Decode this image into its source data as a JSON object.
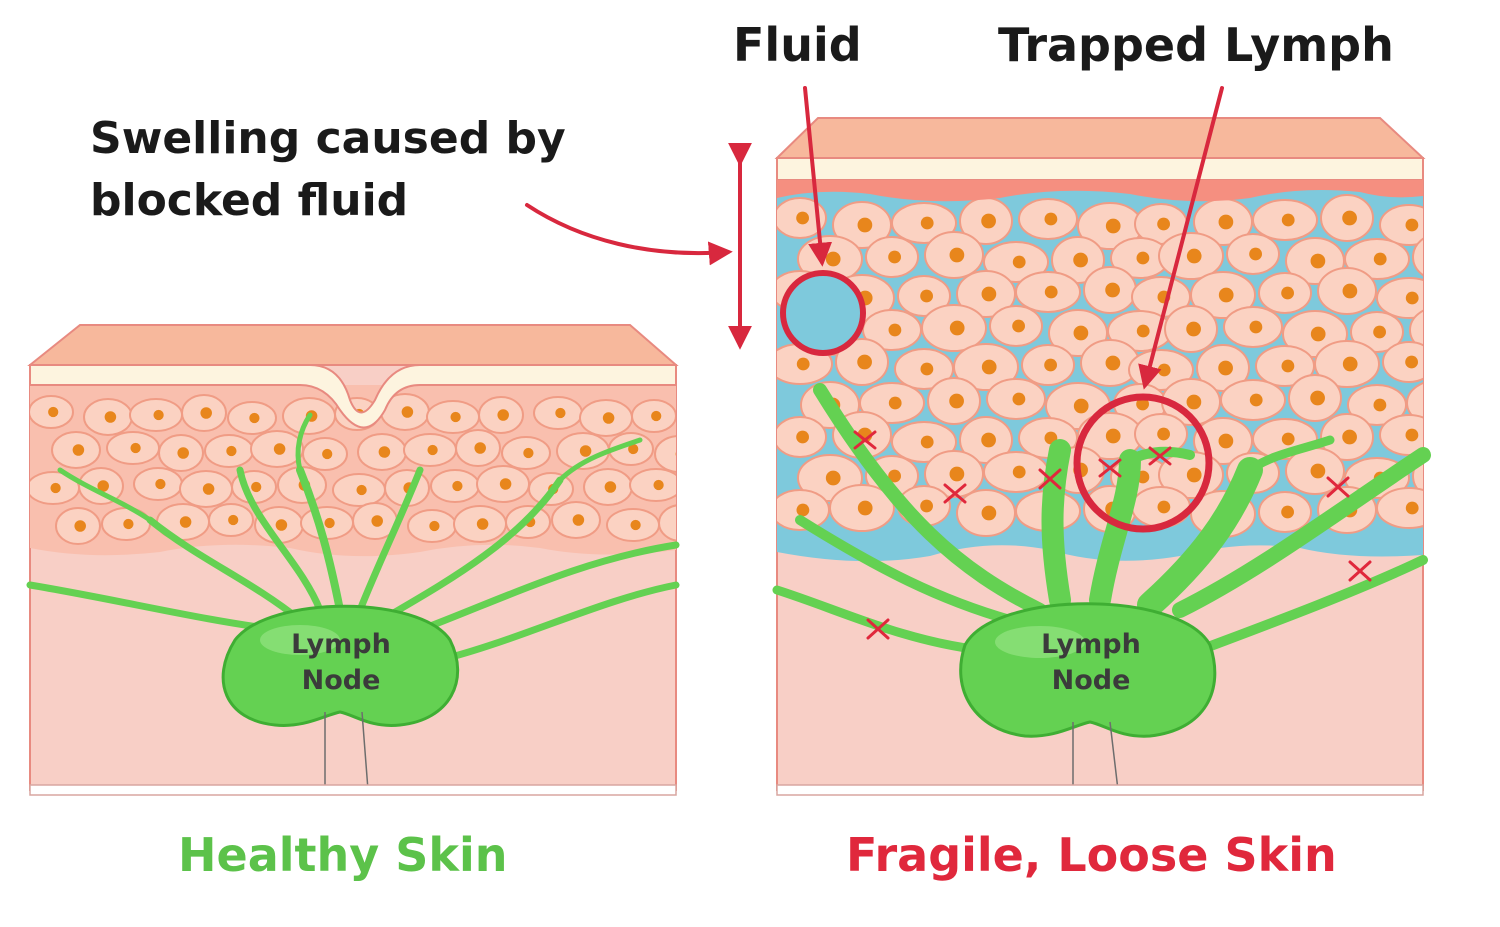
{
  "labels": {
    "swelling_line1": "Swelling caused by",
    "swelling_line2": "blocked fluid",
    "fluid": "Fluid",
    "trapped_lymph": "Trapped Lymph"
  },
  "panels": [
    {
      "caption": "Healthy Skin",
      "node_line1": "Lymph",
      "node_line2": "Node"
    },
    {
      "caption": "Fragile, Loose Skin",
      "node_line1": "Lymph",
      "node_line2": "Node"
    }
  ],
  "colors": {
    "skin_top": "#f7b89c",
    "epidermis_cream": "#fdf4df",
    "dermis": "#f8cfc6",
    "cell": "#fbd2c2",
    "cell_border": "#f09c85",
    "nucleus": "#e8861c",
    "fluid": "#7ec9dc",
    "lymph": "#64d152",
    "lymph_dark": "#3fae33",
    "accent_red": "#e0283c",
    "healthy_green": "#5cc24a",
    "text_dark": "#1a1a1a"
  }
}
